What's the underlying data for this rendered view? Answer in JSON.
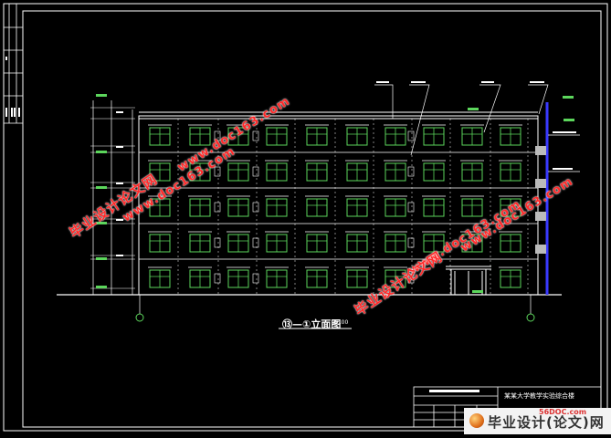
{
  "drawing": {
    "elevation_title": "⑬—①立面图",
    "scale": "1:100",
    "title_block_heading": "某某大学教学实验综合楼"
  },
  "watermarks": {
    "site_name_cn": "毕业设计论文网",
    "site_url": "www.doc163.com"
  },
  "logo": {
    "text": "毕业设计(论文)网",
    "url": "56DOC.com"
  },
  "colors": {
    "background": "#000000",
    "line_white": "#ffffff",
    "window_green": "#5cd65c",
    "column_blue": "#3a3aff",
    "watermark_red": "#ff2a2a"
  }
}
